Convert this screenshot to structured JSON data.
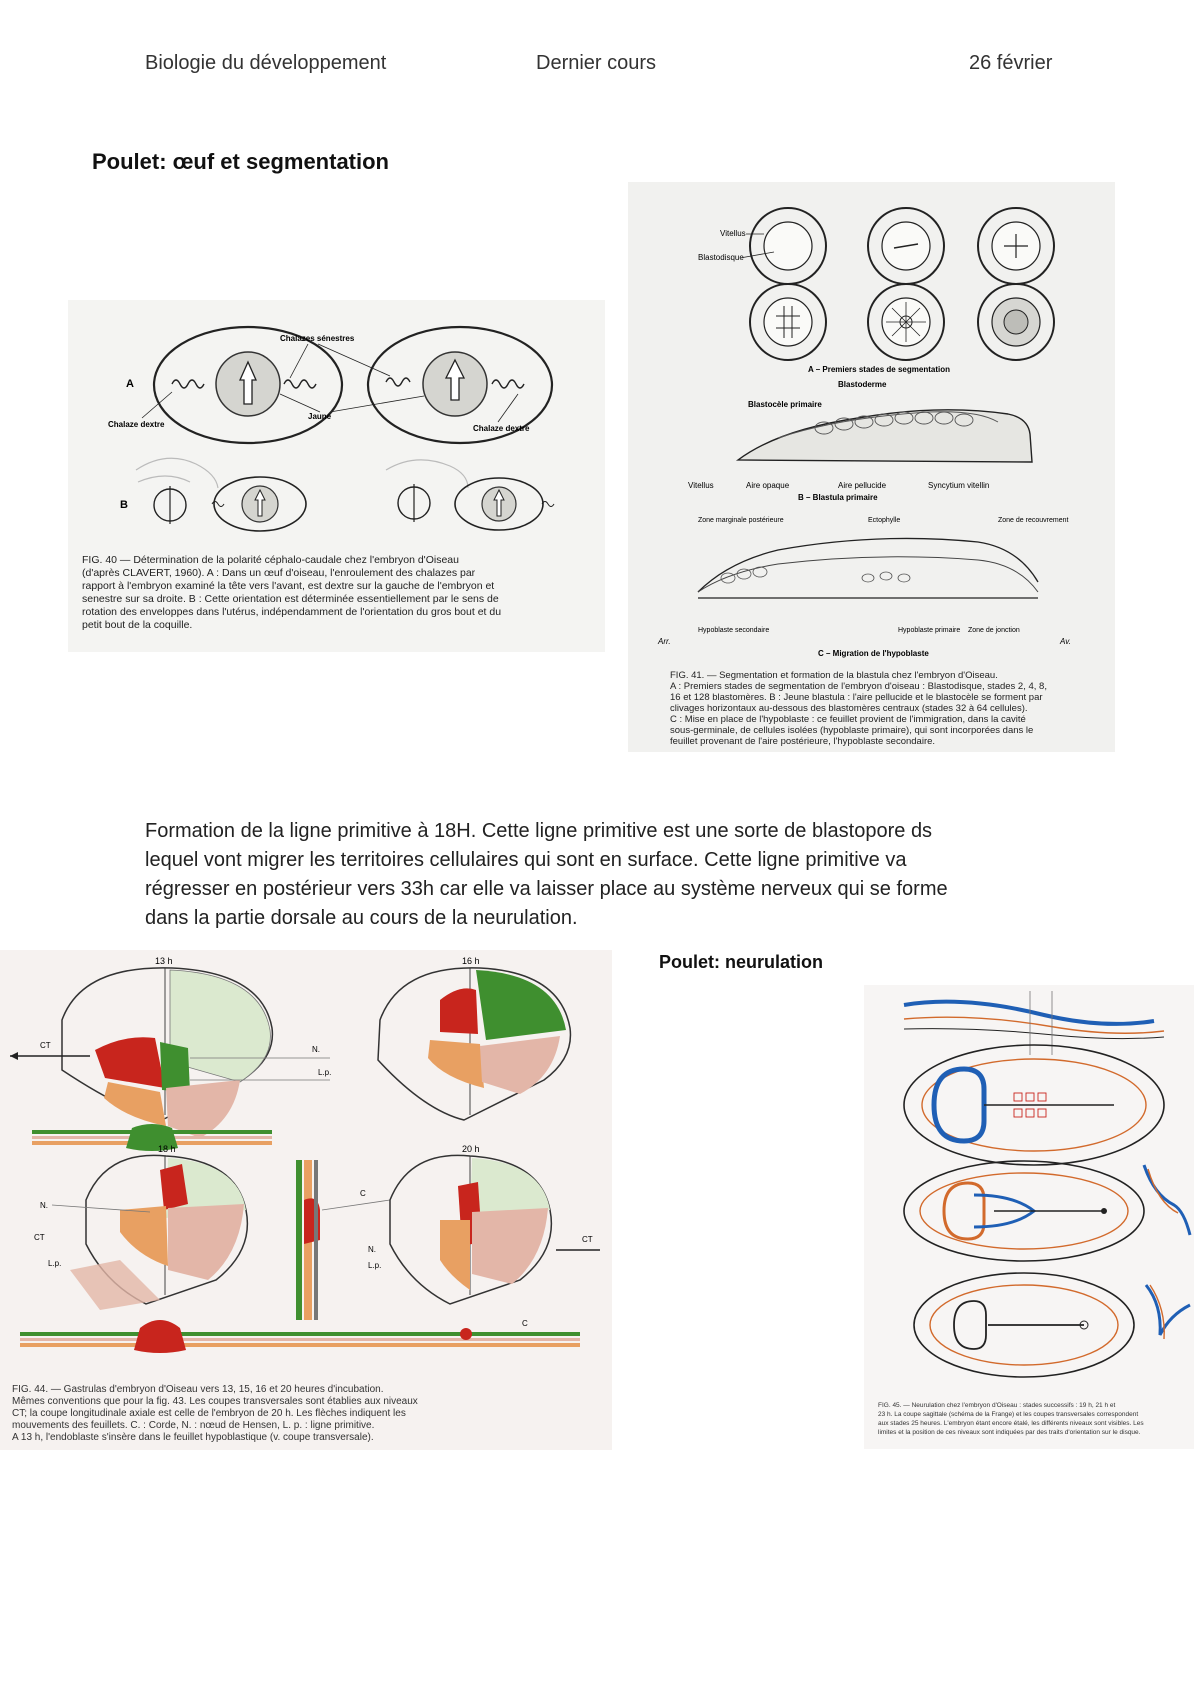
{
  "header": {
    "left": "Biologie du développement",
    "center": "Dernier cours",
    "right": "26 février"
  },
  "section1": {
    "title": "Poulet: œuf et segmentation"
  },
  "fig40": {
    "row_a": "A",
    "row_b": "B",
    "lbl_chalazes_senestres": "Chalazes sénestres",
    "lbl_jaune": "Jaune",
    "lbl_chalaze_dextre": "Chalaze dextre",
    "caption": [
      "FIG. 40 — Détermination de la polarité céphalo-caudale chez l'embryon d'Oiseau",
      "(d'après CLAVERT, 1960). A : Dans un œuf d'oiseau, l'enroulement des chalazes par",
      "rapport à l'embryon examiné la tête vers l'avant, est dextre sur la gauche de l'embryon et",
      "senestre sur sa droite. B : Cette orientation est déterminée essentiellement par le sens de",
      "rotation des enveloppes dans l'utérus, indépendamment de l'orientation du gros bout et du",
      "petit bout de la coquille."
    ]
  },
  "fig41": {
    "lbl_vitellus": "Vitellus",
    "lbl_blastodisque": "Blastodisque",
    "title_a": "A – Premiers stades de segmentation",
    "lbl_blastoderme": "Blastoderme",
    "lbl_blastocele": "Blastocèle primaire",
    "lbl_vitellus_b": "Vitellus",
    "lbl_aire_opaque": "Aire opaque",
    "lbl_aire_pellucide": "Aire pellucide",
    "lbl_syncytium": "Syncytium vitellin",
    "title_b": "B – Blastula primaire",
    "lbl_zone_marginale": "Zone marginale postérieure",
    "lbl_epiphylle": "Ectophylle",
    "lbl_zone_recouvrement": "Zone de recouvrement",
    "lbl_hypoblaste_sec": "Hypoblaste secondaire",
    "lbl_hypoblaste_prim": "Hypoblaste primaire",
    "lbl_zone_jonction": "Zone de jonction",
    "lbl_arr": "Arr.",
    "lbl_av": "Av.",
    "title_c": "C – Migration de l'hypoblaste",
    "caption": [
      "FIG. 41. — Segmentation et formation de la blastula chez l'embryon d'Oiseau.",
      "A : Premiers stades de segmentation de l'embryon d'oiseau : Blastodisque, stades 2, 4, 8,",
      "16 et 128 blastomères. B : Jeune blastula : l'aire pellucide et le blastocèle se forment par",
      "clivages horizontaux au-dessous des blastomères centraux (stades 32 à 64 cellules).",
      "C : Mise en place de l'hypoblaste : ce feuillet provient de l'immigration, dans la cavité",
      "sous-germinale, de cellules isolées (hypoblaste primaire), qui sont incorporées dans le",
      "feuillet provenant de l'aire postérieure, l'hypoblaste secondaire."
    ]
  },
  "paragraph": [
    "Formation de la ligne primitive à 18H. Cette ligne primitive est une sorte de blastopore ds",
    "lequel vont migrer les territoires cellulaires qui sont en surface. Cette ligne primitive va",
    "régresser en postérieur vers 33h car elle va laisser place au système nerveux qui se forme",
    "dans la partie dorsale au cours de la neurulation."
  ],
  "fig44": {
    "t13": "13 h",
    "t16": "16 h",
    "t18": "18 h",
    "t20": "20 h",
    "ct": "CT",
    "n": "N.",
    "lp": "L.p.",
    "c": "C",
    "caption": [
      "FIG. 44. — Gastrulas d'embryon d'Oiseau vers 13, 15, 16 et 20 heures d'incubation.",
      "Mêmes conventions que pour la fig. 43. Les coupes transversales sont établies aux niveaux",
      "CT; la coupe longitudinale axiale est celle de l'embryon de 20 h. Les flèches indiquent les",
      "mouvements des feuillets. C. : Corde, N. : nœud de Hensen, L. p. : ligne primitive.",
      "A 13 h, l'endoblaste s'insère dans le feuillet hypoblastique (v. coupe transversale)."
    ]
  },
  "section2": {
    "title": "Poulet: neurulation"
  },
  "fig45": {
    "caption": [
      "FIG. 45. — Neurulation chez l'embryon d'Oiseau : stades successifs : 19 h, 21 h et",
      "23 h. La coupe sagittale (schéma de la Frange) et les coupes transversales correspondent",
      "aux stades 25 heures. L'embryon étant encore étalé, les différents niveaux sont visibles. Les",
      "limites et la position de ces niveaux sont indiquées par des traits d'orientation sur le disque."
    ]
  },
  "colors": {
    "ectoderm_green": "#3f8f2f",
    "chorde_red": "#c8251d",
    "endoderm_orange": "#e8a062",
    "mesoderm_pink": "#e3b6a8",
    "neural_blue": "#1f5fb5",
    "neural_orange": "#d26a2c"
  }
}
